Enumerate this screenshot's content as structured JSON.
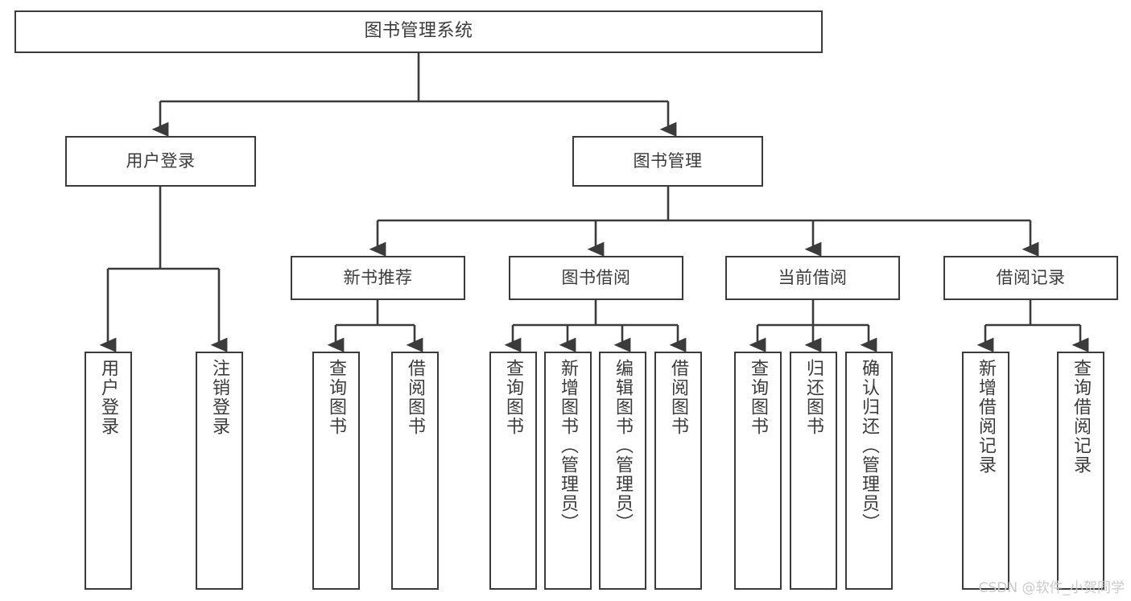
{
  "diagram": {
    "type": "tree",
    "title": "图书管理系统",
    "watermark": "CSDN @软件_小贺同学",
    "colors": {
      "border": "#3b3b3b",
      "background": "#ffffff",
      "text": "#3b3b3b",
      "watermark": "#c9c9c9"
    },
    "root": {
      "label": "图书管理系统"
    },
    "level2": [
      {
        "id": "user-login",
        "label": "用户登录"
      },
      {
        "id": "book-management",
        "label": "图书管理"
      }
    ],
    "level3": [
      {
        "id": "new-book-recommend",
        "label": "新书推荐"
      },
      {
        "id": "book-borrow",
        "label": "图书借阅"
      },
      {
        "id": "current-borrow",
        "label": "当前借阅"
      },
      {
        "id": "borrow-record",
        "label": "借阅记录"
      }
    ],
    "leaves": {
      "user_login": [
        {
          "id": "leaf-user-login",
          "label": "用户登录"
        },
        {
          "id": "leaf-logout",
          "label": "注销登录"
        }
      ],
      "new_book_recommend": [
        {
          "id": "leaf-query-book-1",
          "label": "查询图书"
        },
        {
          "id": "leaf-borrow-book-1",
          "label": "借阅图书"
        }
      ],
      "book_borrow": [
        {
          "id": "leaf-query-book-2",
          "label": "查询图书"
        },
        {
          "id": "leaf-add-book",
          "label": "新增图书（管理员）"
        },
        {
          "id": "leaf-edit-book",
          "label": "编辑图书（管理员）"
        },
        {
          "id": "leaf-borrow-book-2",
          "label": "借阅图书"
        }
      ],
      "current_borrow": [
        {
          "id": "leaf-query-book-3",
          "label": "查询图书"
        },
        {
          "id": "leaf-return-book",
          "label": "归还图书"
        },
        {
          "id": "leaf-confirm-return",
          "label": "确认归还（管理员）"
        }
      ],
      "borrow_record": [
        {
          "id": "leaf-add-record",
          "label": "新增借阅记录"
        },
        {
          "id": "leaf-query-record",
          "label": "查询借阅记录"
        }
      ]
    }
  }
}
